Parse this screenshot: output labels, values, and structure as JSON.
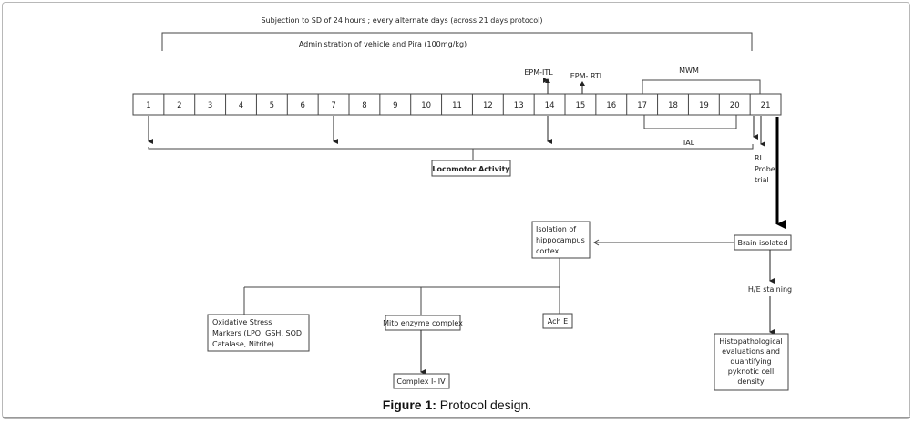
{
  "diagram": {
    "top_bracket_label": "Subjection to SD of 24 hours ; every alternate days (across 21 days protocol)",
    "admin_label": "Administration of vehicle and Pira (100mg/kg)",
    "days": [
      "1",
      "2",
      "3",
      "4",
      "5",
      "6",
      "7",
      "8",
      "9",
      "10",
      "11",
      "12",
      "13",
      "14",
      "15",
      "16",
      "17",
      "18",
      "19",
      "20",
      "21"
    ],
    "epm_itl": "EPM-ITL",
    "epm_rtl": "EPM- RTL",
    "mwm": "MWM",
    "ial": "IAL",
    "locomotor": "Locomotor Activity",
    "rl_lines": [
      "RL",
      "Probe",
      "trial"
    ],
    "brain_isolated": "Brain isolated",
    "isolation_lines": [
      "Isolation of",
      "hippocampus",
      "cortex"
    ],
    "he_staining": "H/E staining",
    "histo_lines": [
      "Histopathological",
      "evaluations and",
      "quantifying",
      "pyknotic cell",
      "density"
    ],
    "oxidative_lines": [
      "Oxidative Stress",
      "Markers (LPO, GSH, SOD,",
      "Catalase, Nitrite)"
    ],
    "mito": "Mito enzyme complex",
    "complex": "Complex I- IV",
    "ache": "Ach E"
  },
  "caption": {
    "prefix": "Figure 1:",
    "text": " Protocol design."
  }
}
